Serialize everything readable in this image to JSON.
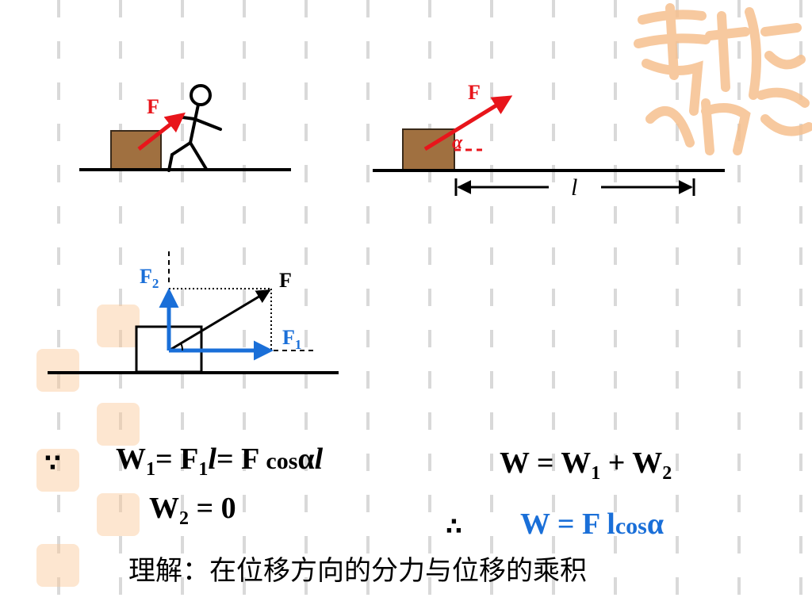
{
  "slide": {
    "scene1": {
      "force_label": "F"
    },
    "scene2": {
      "force_label": "F",
      "angle_label": "α",
      "displacement_label": "l"
    },
    "scene3": {
      "force_label": "F",
      "f1_sub": "1",
      "f2_sub": "2",
      "f_base": "F"
    },
    "formulas": {
      "because": "∵",
      "w1": {
        "w": "W",
        "w_sub": "1",
        "eq1": "= F",
        "f_sub": "1",
        "l": "l",
        "eq2": "= F ",
        "cos": "cos",
        "alpha": "α",
        "l2": "l"
      },
      "w2": {
        "w": "W",
        "w_sub": "2",
        "rest": " = 0"
      },
      "sum": {
        "w": "W = W",
        "sub1": "1",
        "plus": " + W",
        "sub2": "2"
      },
      "therefore": "∴",
      "result": {
        "main": "W = F l",
        "cos": "cos",
        "alpha": "α"
      }
    },
    "summary": "理解：在位移方向的分力与位移的乘积"
  },
  "colors": {
    "force_red": "#e8151b",
    "component_blue": "#1a6fd8",
    "box_wood": "#a07040",
    "seal": "#f6c08f"
  }
}
